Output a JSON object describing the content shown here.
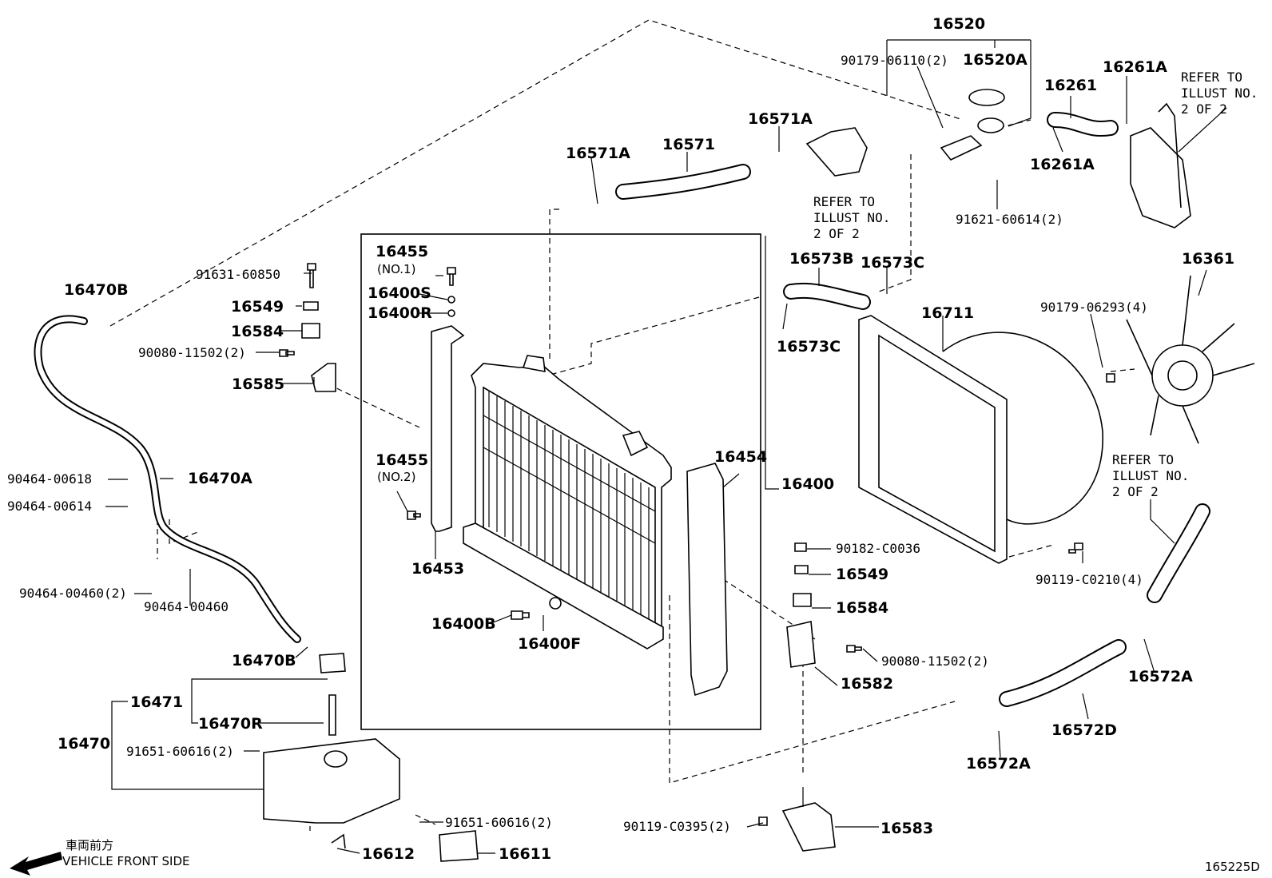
{
  "labels": {
    "p16520": "16520",
    "p90179_06110": "90179-06110(2)",
    "p16520A": "16520A",
    "p16261": "16261",
    "p16261A_top": "16261A",
    "p16261A_bot": "16261A",
    "refer1": [
      "REFER TO",
      "ILLUST NO.",
      "2 OF 2"
    ],
    "p16571A_l": "16571A",
    "p16571": "16571",
    "p16571A_r": "16571A",
    "refer2": [
      "REFER TO",
      "ILLUST NO.",
      "2 OF 2"
    ],
    "p91621": "91621-60614(2)",
    "p16573B": "16573B",
    "p16573C_top": "16573C",
    "p16573C_bot": "16573C",
    "p16711": "16711",
    "p16361": "16361",
    "p90179_06293": "90179-06293(4)",
    "refer3": [
      "REFER TO",
      "ILLUST NO.",
      "2 OF 2"
    ],
    "p16470B_top": "16470B",
    "p91631": "91631-60850",
    "p16549_l": "16549",
    "p16584_l": "16584",
    "p90080_l": "90080-11502(2)",
    "p16585": "16585",
    "p16455_1": "16455",
    "p16455_1_sub": "(NO.1)",
    "p16400S": "16400S",
    "p16400R": "16400R",
    "p16455_2": "16455",
    "p16455_2_sub": "(NO.2)",
    "p16453": "16453",
    "p16454": "16454",
    "p16400": "16400",
    "p16400B": "16400B",
    "p16400F": "16400F",
    "p90464_00618": "90464-00618",
    "p16470A": "16470A",
    "p90464_00614": "90464-00614",
    "p90464_00460_2": "90464-00460(2)",
    "p90464_00460": "90464-00460",
    "p16470B_bot": "16470B",
    "p16471": "16471",
    "p16470R": "16470R",
    "p16470": "16470",
    "p91651_a": "91651-60616(2)",
    "p91651_b": "91651-60616(2)",
    "p16612": "16612",
    "p16611": "16611",
    "p90182": "90182-C0036",
    "p16549_r": "16549",
    "p16584_r": "16584",
    "p90119_c0210": "90119-C0210(4)",
    "p90080_r": "90080-11502(2)",
    "p16582": "16582",
    "p16572A_top": "16572A",
    "p16572D": "16572D",
    "p16572A_bot": "16572A",
    "p90119_c0395": "90119-C0395(2)",
    "p16583": "16583",
    "front_jp": "車両前方",
    "front_en": "VEHICLE FRONT SIDE",
    "diagram_id": "165225D"
  }
}
